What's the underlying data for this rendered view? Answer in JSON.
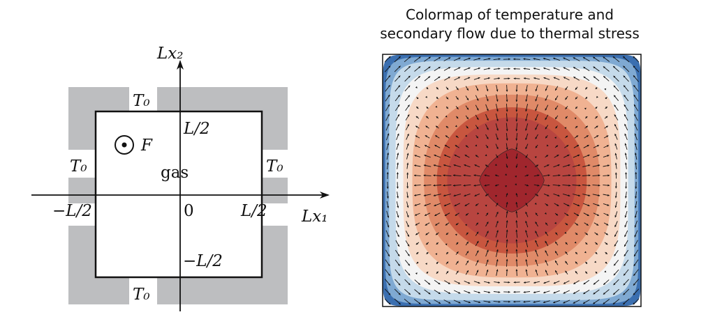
{
  "diagram": {
    "axis_x_label": "Lx₁",
    "axis_y_label": "Lx₂",
    "wall_temp_top": "T₀",
    "wall_temp_bottom": "T₀",
    "wall_temp_left": "T₀",
    "wall_temp_right": "T₀",
    "force_label": "F",
    "gas_label": "gas",
    "tick_origin": "0",
    "tick_x_neg": "−L/2",
    "tick_x_pos": "L/2",
    "tick_y_pos": "L/2",
    "tick_y_neg": "−L/2"
  },
  "colormap": {
    "title_line1": "Colormap of temperature and",
    "title_line2": "secondary flow due to thermal stress",
    "levels": [
      "#3b6fb0",
      "#7fa9d2",
      "#c5daea",
      "#f4f4f4",
      "#f7d9c6",
      "#f0b292",
      "#e08a68",
      "#c8563f",
      "#b84540",
      "#a0262d"
    ]
  }
}
